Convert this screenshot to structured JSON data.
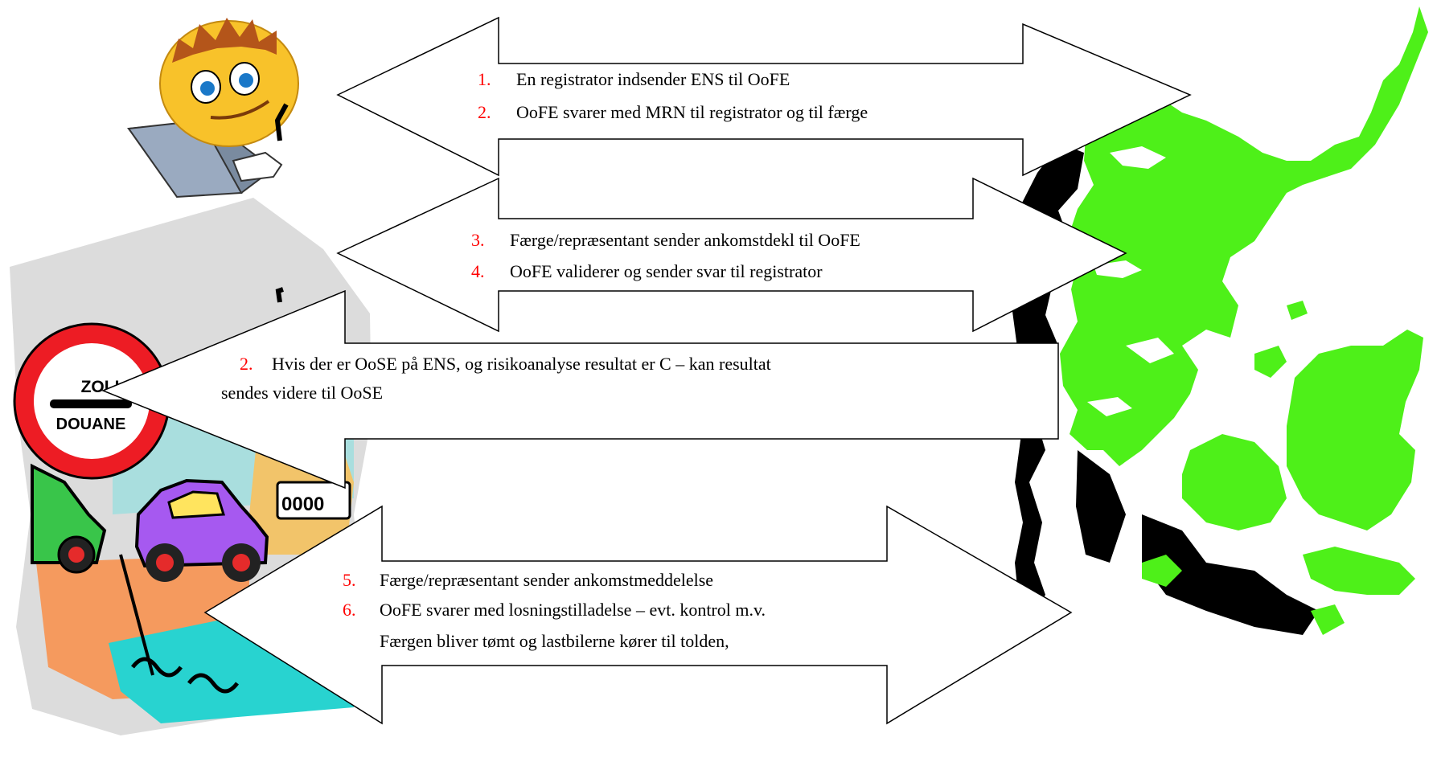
{
  "sign": {
    "line1": "ZOLL",
    "line2": "DOUANE"
  },
  "ship": {
    "portholes": "0000"
  },
  "colors": {
    "step_number": "#ff0000",
    "map_land": "#4ef019",
    "arrow_fill": "#ffffff",
    "arrow_stroke": "#000000"
  },
  "arrows": [
    {
      "name": "arrow-1",
      "lines": [
        {
          "num": "1.",
          "text": "En registrator indsender ENS til OoFE"
        },
        {
          "num": "2.",
          "text": "OoFE svarer med MRN til registrator og til færge"
        }
      ]
    },
    {
      "name": "arrow-2",
      "lines": [
        {
          "num": "3.",
          "text": "Færge/repræsentant sender ankomstdekl til OoFE"
        },
        {
          "num": "4.",
          "text": "OoFE validerer og sender svar til registrator"
        }
      ]
    },
    {
      "name": "arrow-3",
      "lines": [
        {
          "num": "2.",
          "text": "Hvis der er OoSE på ENS, og risikoanalyse resultat er C – kan resultat"
        },
        {
          "num": "",
          "text": "sendes videre til OoSE"
        }
      ]
    },
    {
      "name": "arrow-4",
      "lines": [
        {
          "num": "5.",
          "text": "Færge/repræsentant sender ankomstmeddelelse"
        },
        {
          "num": "6.",
          "text": "OoFE svarer med losningstilladelse – evt. kontrol m.v."
        },
        {
          "num": "",
          "text": "Færgen bliver tømt og lastbilerne kører til tolden,"
        }
      ]
    }
  ]
}
